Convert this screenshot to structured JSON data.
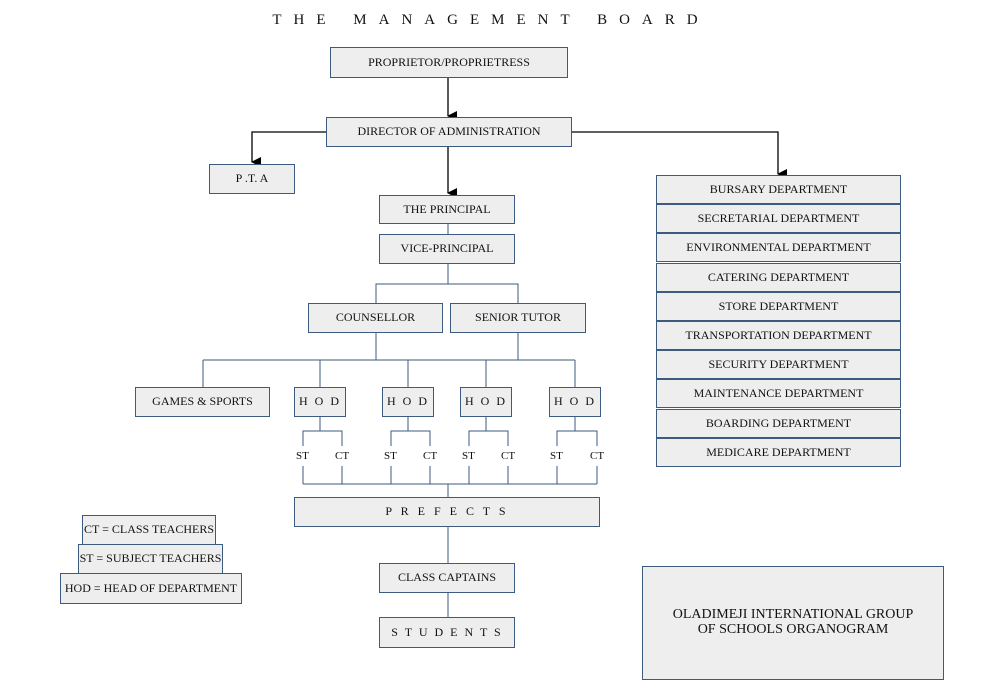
{
  "title": "THE MANAGEMENT BOARD",
  "colors": {
    "box_fill": "#eeeeee",
    "box_border": "#3d5a80",
    "wire": "#3d5a80",
    "arrow": "#000000"
  },
  "nodes": {
    "proprietor": "PROPRIETOR/PROPRIETRESS",
    "director": "DIRECTOR OF ADMINISTRATION",
    "pta": "P .T. A",
    "principal": "THE PRINCIPAL",
    "vice_principal": "VICE-PRINCIPAL",
    "counsellor": "COUNSELLOR",
    "senior_tutor": "SENIOR TUTOR",
    "games_sports": "GAMES & SPORTS",
    "hod": [
      "H O D",
      "H O D",
      "H O D",
      "H O D"
    ],
    "st": [
      "ST",
      "ST",
      "ST",
      "ST"
    ],
    "ct": [
      "CT",
      "CT",
      "CT",
      "CT"
    ],
    "prefects": "P R E F E C T S",
    "class_captains": "CLASS CAPTAINS",
    "students": "S T U D E N T S"
  },
  "departments": [
    "BURSARY DEPARTMENT",
    "SECRETARIAL DEPARTMENT",
    "ENVIRONMENTAL DEPARTMENT",
    "CATERING DEPARTMENT",
    "STORE DEPARTMENT",
    "TRANSPORTATION DEPARTMENT",
    "SECURITY DEPARTMENT",
    "MAINTENANCE DEPARTMENT",
    "BOARDING DEPARTMENT",
    "MEDICARE DEPARTMENT"
  ],
  "legend": {
    "ct": "CT = CLASS TEACHERS",
    "st": "ST = SUBJECT TEACHERS",
    "hod": "HOD = HEAD OF DEPARTMENT"
  },
  "caption": "OLADIMEJI INTERNATIONAL GROUP\nOF SCHOOLS ORGANOGRAM"
}
